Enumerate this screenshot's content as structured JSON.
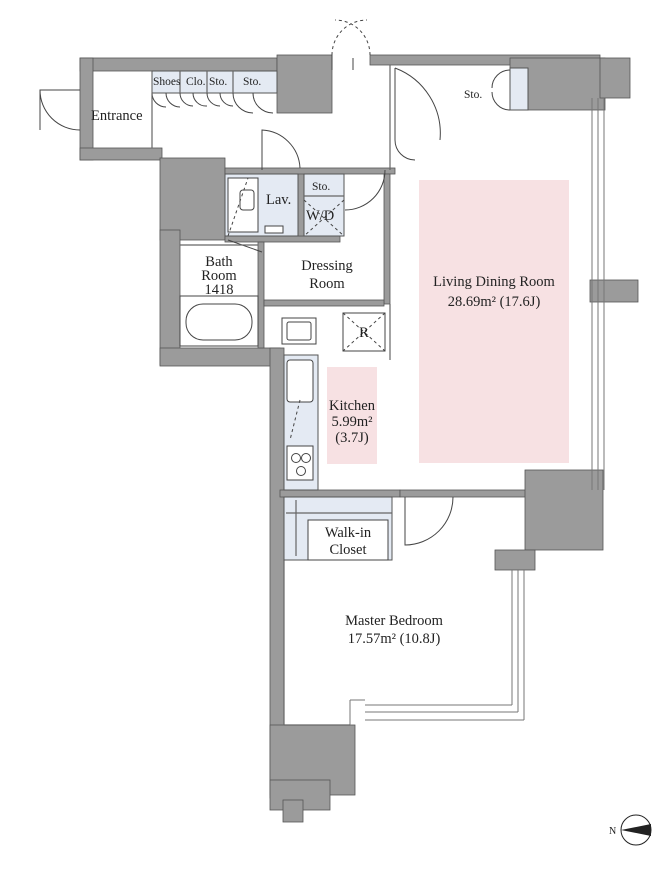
{
  "rooms": {
    "entrance": "Entrance",
    "shoes": "Shoes",
    "clo": "Clo.",
    "sto_small": "Sto.",
    "sto_entry": "Sto.",
    "sto_living": "Sto.",
    "sto_wd": "Sto.",
    "lav": "Lav.",
    "wd": "W/D",
    "bath_line1": "Bath",
    "bath_line2": "Room",
    "bath_size": "1418",
    "dressing_line1": "Dressing",
    "dressing_line2": "Room",
    "refrigerator": "R",
    "living_name": "Living Dining Room",
    "living_area": "28.69m² (17.6J)",
    "kitchen_name": "Kitchen",
    "kitchen_area": "5.99m²",
    "kitchen_j": "(3.7J)",
    "walkin_line1": "Walk-in",
    "walkin_line2": "Closet",
    "master_name": "Master Bedroom",
    "master_area": "17.57m² (10.8J)"
  },
  "compass": {
    "label": "N"
  },
  "colors": {
    "wall": "#9b9b9b",
    "closet": "#e4eaf3",
    "highlight": "#f7e1e3"
  }
}
